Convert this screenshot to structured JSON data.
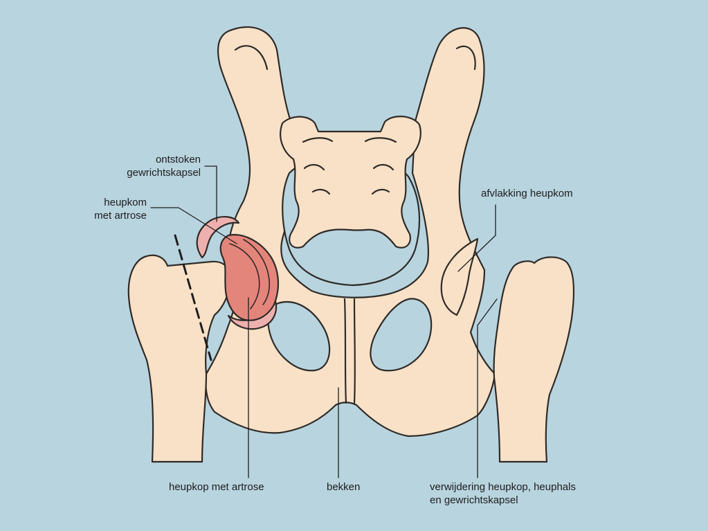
{
  "colors": {
    "background": "#b8d4df",
    "bone": "#f8e1c7",
    "outline": "#2e2a26",
    "inflamed_joint": "#e4857c",
    "inflamed_capsule": "#eeb0ae"
  },
  "labels": {
    "inflamed_capsule": {
      "line1": "ontstoken",
      "line2": "gewrichtskapsel"
    },
    "socket_arthrosis": {
      "line1": "heupkom",
      "line2": "met artrose"
    },
    "flattened_socket": {
      "text": "afvlakking heupkom"
    },
    "femoral_head_arthrosis": {
      "text": "heupkop met artrose"
    },
    "pelvis": {
      "text": "bekken"
    },
    "removal": {
      "line1": "verwijdering heupkop, heuphals",
      "line2": "en gewrichtskapsel"
    }
  }
}
